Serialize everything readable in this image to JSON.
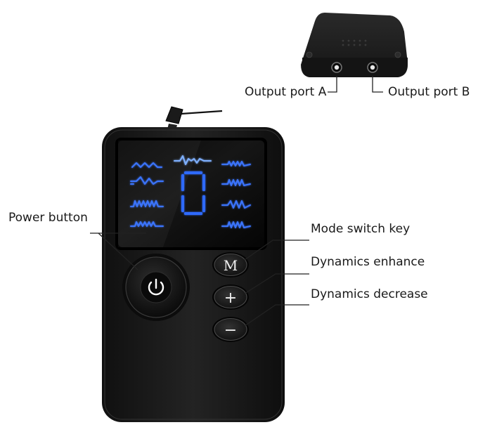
{
  "labels": {
    "output_a": "Output port A",
    "output_b": "Output port B",
    "power": "Power button",
    "mode": "Mode switch key",
    "enhance": "Dynamics enhance",
    "decrease": "Dynamics decrease"
  },
  "buttons": {
    "mode_glyph": "M",
    "plus_glyph": "+",
    "minus_glyph": "−"
  },
  "display": {
    "digit": "0"
  },
  "colors": {
    "device_body": "#1b1b1b",
    "screen_glow": "#2f6bff",
    "label_text": "#1a1a1a"
  },
  "icons": {
    "power": "power-icon"
  }
}
